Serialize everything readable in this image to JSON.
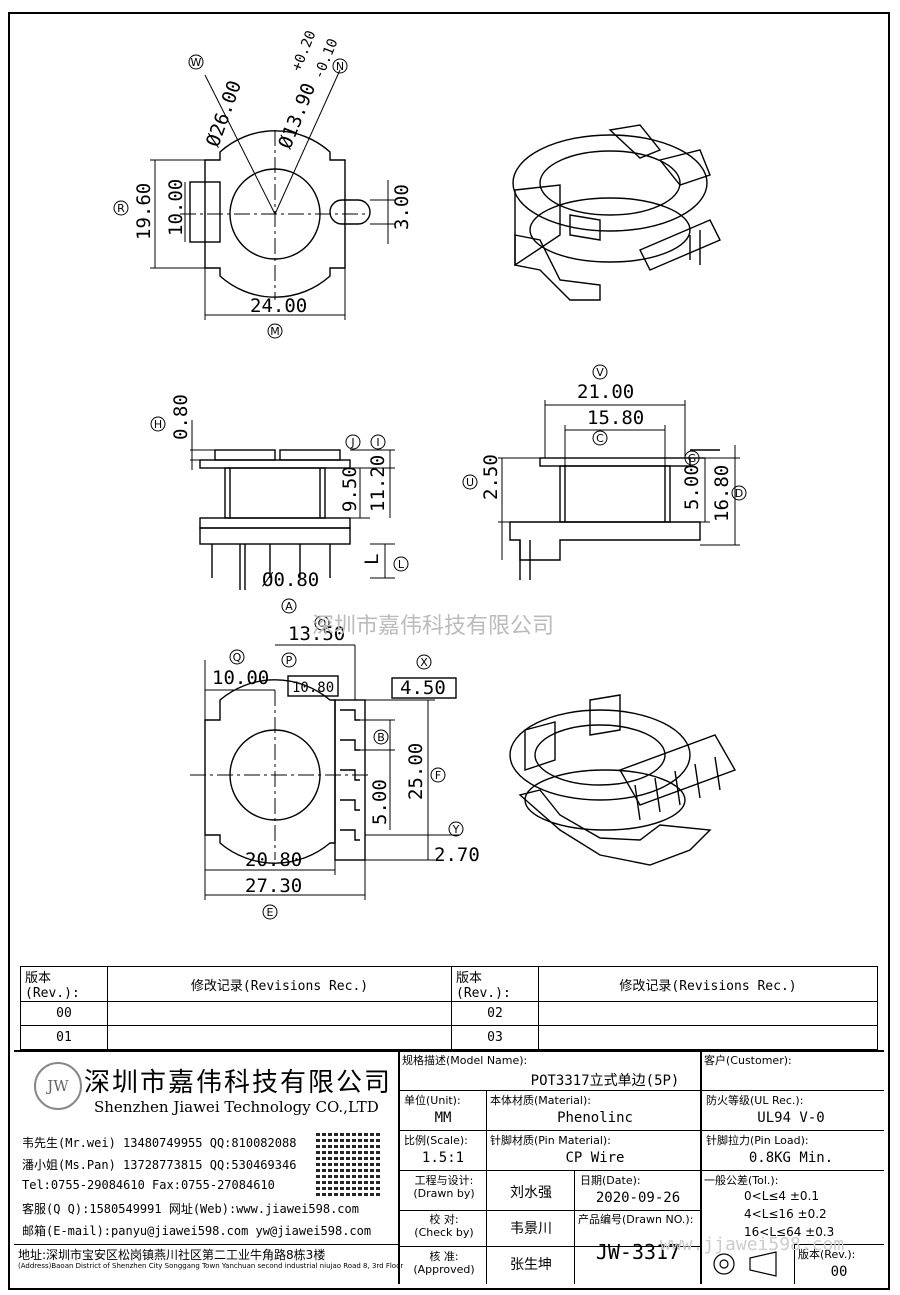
{
  "watermark": "深圳市嘉伟科技有限公司",
  "watermark_site": "www.jjawei598.com",
  "dims_top": {
    "dia_w": "Ø26.00",
    "dia_n": "Ø13.90",
    "tol_n_up": "+0.20",
    "tol_n_dn": "-0.10",
    "h_r": "19.60",
    "h_inner": "10.00",
    "slot": "3.00",
    "w_m": "24.00"
  },
  "dims_side": {
    "h": "0.80",
    "j_inner": "9.50",
    "j_outer": "11.20",
    "pin_dia": "Ø0.80",
    "l": "L"
  },
  "dims_front": {
    "v": "21.00",
    "c": "15.80",
    "u": "2.50",
    "g": "5.00",
    "d": "16.80"
  },
  "dims_bottom": {
    "o": "13.50",
    "q": "10.00",
    "p": "10.80",
    "x": "4.50",
    "f": "25.00",
    "b": "5.00",
    "y": "2.70",
    "w1": "20.80",
    "e": "27.30"
  },
  "markers": [
    "W",
    "N",
    "R",
    "M",
    "H",
    "J",
    "I",
    "A",
    "L",
    "V",
    "C",
    "U",
    "G",
    "D",
    "O",
    "Q",
    "P",
    "X",
    "B",
    "F",
    "Y",
    "E"
  ],
  "revisions": {
    "head_rev": "版本(Rev.):",
    "head_rec": "修改记录(Revisions Rec.)",
    "rows": [
      {
        "l": "00",
        "r": "02"
      },
      {
        "l": "01",
        "r": "03"
      }
    ]
  },
  "title_block": {
    "company_cn": "深圳市嘉伟科技有限公司",
    "company_en": "Shenzhen Jiawei Technology CO.,LTD",
    "logo": "JW",
    "contacts": [
      "韦先生(Mr.wei) 13480749955 QQ:810082088",
      "潘小姐(Ms.Pan) 13728773815 QQ:530469346",
      "Tel:0755-29084610      Fax:0755-27084610",
      "客服(Q Q):1580549991   网址(Web):www.jiawei598.com",
      "邮箱(E-mail):panyu@jiawei598.com  yw@jiawei598.com"
    ],
    "address_cn": "地址:深圳市宝安区松岗镇燕川社区第二工业牛角路8栋3楼",
    "address_en": "(Address)Baoan District of Shenzhen City Songgang Town Yanchuan second industrial niujao Road 8, 3rd Floor",
    "model_label": "规格描述(Model Name):",
    "model_value": "POT3317立式单边(5P)",
    "customer_label": "客户(Customer):",
    "unit_label": "单位(Unit):",
    "unit_value": "MM",
    "material_label": "本体材质(Material):",
    "material_value": "Phenolinc",
    "ul_label": "防火等级(UL Rec.):",
    "ul_value": "UL94 V-0",
    "scale_label": "比例(Scale):",
    "scale_value": "1.5:1",
    "pin_mat_label": "针脚材质(Pin Material):",
    "pin_mat_value": "CP Wire",
    "pin_load_label": "针脚拉力(Pin Load):",
    "pin_load_value": "0.8KG Min.",
    "drawn_label": "工程与设计:",
    "drawn_label_en": "(Drawn by)",
    "drawn_value": "刘水强",
    "date_label": "日期(Date):",
    "date_value": "2020-09-26",
    "check_label": "校  对:",
    "check_label_en": "(Check by)",
    "check_value": "韦景川",
    "drawn_no_label": "产品编号(Drawn NO.):",
    "drawn_no_value": "JW-3317",
    "approved_label": "核  准:",
    "approved_label_en": "(Approved)",
    "approved_value": "张生坤",
    "tol_label": "一般公差(Tol.):",
    "tol_rows": [
      "0<L≤4    ±0.1",
      "4<L≤16   ±0.2",
      "16<L≤64  ±0.3"
    ],
    "rev_label": "版本(Rev.):",
    "rev_value": "00"
  },
  "colors": {
    "line": "#000000",
    "watermark": "#bbbbbb"
  }
}
